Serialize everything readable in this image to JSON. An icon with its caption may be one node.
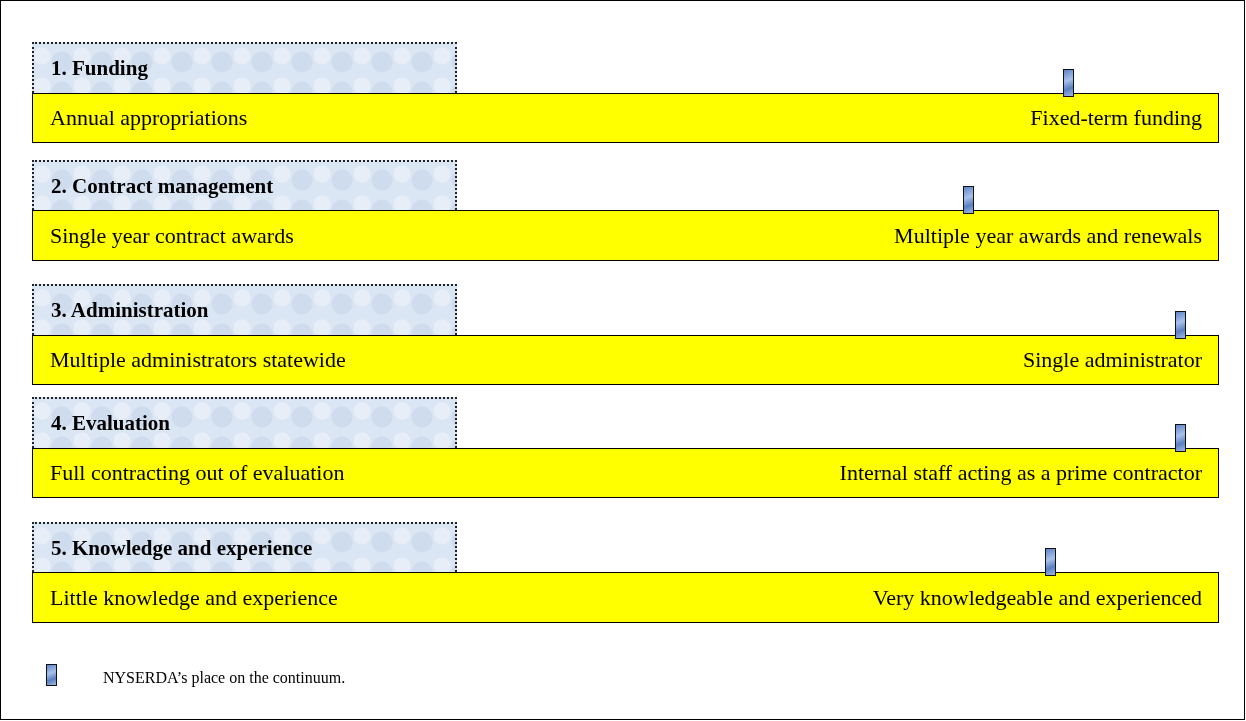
{
  "diagram": {
    "nodes": [
      {
        "text": [
          "1. Funding"
        ]
      },
      {
        "text": [
          "Annual appropriations",
          "Fixed-term funding"
        ]
      },
      {
        "text": [
          "2. Contract management"
        ]
      },
      {
        "text": [
          "Single year contract awards",
          "Multiple year awards and renewals"
        ]
      },
      {
        "text": [
          "3. Administration"
        ]
      },
      {
        "text": [
          "Multiple administrators statewide",
          "Single administrator"
        ]
      },
      {
        "text": [
          "4. Evaluation"
        ]
      },
      {
        "text": [
          "Full contracting out of evaluation",
          "Internal staff acting as a prime contractor"
        ]
      },
      {
        "text": [
          "5. Knowledge and experience"
        ]
      },
      {
        "text": [
          "Little knowledge and experience",
          "Very knowledgeable and experienced"
        ]
      }
    ],
    "edges": [],
    "legend": [
      {
        "text": "NYSERDA’s place on the continuum."
      }
    ]
  }
}
